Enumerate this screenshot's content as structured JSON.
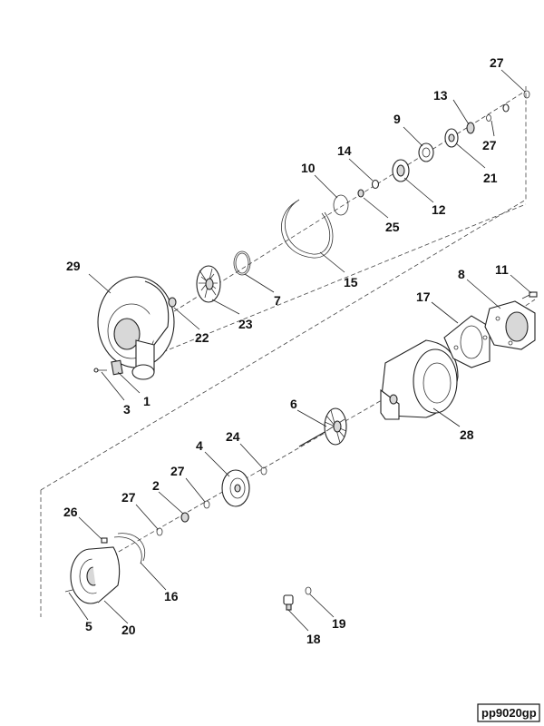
{
  "labels": {
    "l27a": "27",
    "l13": "13",
    "l9": "9",
    "l27b": "27",
    "l21": "21",
    "l14": "14",
    "l10": "10",
    "l12": "12",
    "l25": "25",
    "l15": "15",
    "l7": "7",
    "l29": "29",
    "l23": "23",
    "l22": "22",
    "l1": "1",
    "l3": "3",
    "l8": "8",
    "l11": "11",
    "l17": "17",
    "l28": "28",
    "l6": "6",
    "l24": "24",
    "l4": "4",
    "l27c": "27",
    "l2": "2",
    "l27d": "27",
    "l26": "26",
    "l16": "16",
    "l5": "5",
    "l20": "20",
    "l19": "19",
    "l18": "18"
  },
  "reference_code": "pp9020gp"
}
